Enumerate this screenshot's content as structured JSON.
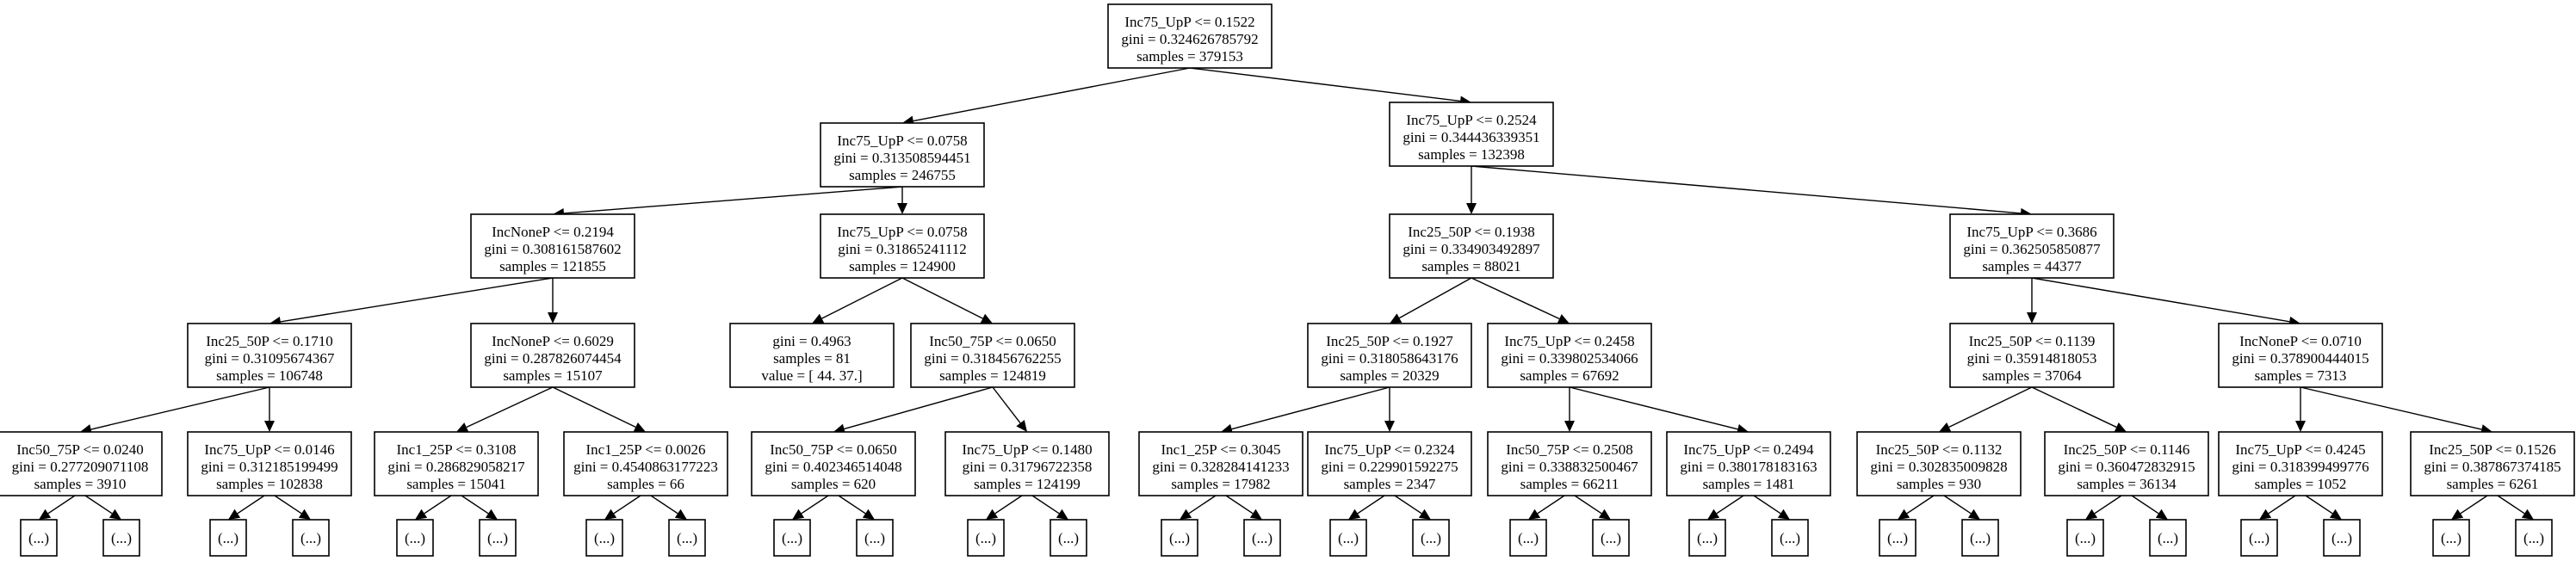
{
  "nodes": {
    "n0": {
      "lines": [
        "Inc75_UpP <= 0.1522",
        "gini = 0.324626785792",
        "samples = 379153"
      ]
    },
    "n1": {
      "lines": [
        "Inc75_UpP <= 0.0758",
        "gini = 0.313508594451",
        "samples = 246755"
      ]
    },
    "n2": {
      "lines": [
        "Inc75_UpP <= 0.2524",
        "gini = 0.344436339351",
        "samples = 132398"
      ]
    },
    "n3": {
      "lines": [
        "IncNoneP <= 0.2194",
        "gini = 0.308161587602",
        "samples = 121855"
      ]
    },
    "n4": {
      "lines": [
        "Inc75_UpP <= 0.0758",
        "gini = 0.31865241112",
        "samples = 124900"
      ]
    },
    "n5": {
      "lines": [
        "Inc25_50P <= 0.1938",
        "gini = 0.334903492897",
        "samples = 88021"
      ]
    },
    "n6": {
      "lines": [
        "Inc75_UpP <= 0.3686",
        "gini = 0.362505850877",
        "samples = 44377"
      ]
    },
    "n7": {
      "lines": [
        "Inc25_50P <= 0.1710",
        "gini = 0.31095674367",
        "samples = 106748"
      ]
    },
    "n8": {
      "lines": [
        "IncNoneP <= 0.6029",
        "gini = 0.287826074454",
        "samples = 15107"
      ]
    },
    "n9": {
      "lines": [
        "gini = 0.4963",
        "samples = 81",
        "value = [ 44.  37.]"
      ]
    },
    "n10": {
      "lines": [
        "Inc50_75P <= 0.0650",
        "gini = 0.318456762255",
        "samples = 124819"
      ]
    },
    "n11": {
      "lines": [
        "Inc25_50P <= 0.1927",
        "gini = 0.318058643176",
        "samples = 20329"
      ]
    },
    "n12": {
      "lines": [
        "Inc75_UpP <= 0.2458",
        "gini = 0.339802534066",
        "samples = 67692"
      ]
    },
    "n13": {
      "lines": [
        "Inc25_50P <= 0.1139",
        "gini = 0.35914818053",
        "samples = 37064"
      ]
    },
    "n14": {
      "lines": [
        "IncNoneP <= 0.0710",
        "gini = 0.378900444015",
        "samples = 7313"
      ]
    },
    "n15": {
      "lines": [
        "Inc50_75P <= 0.0240",
        "gini = 0.277209071108",
        "samples = 3910"
      ]
    },
    "n16": {
      "lines": [
        "Inc75_UpP <= 0.0146",
        "gini = 0.312185199499",
        "samples = 102838"
      ]
    },
    "n17": {
      "lines": [
        "Inc1_25P <= 0.3108",
        "gini = 0.286829058217",
        "samples = 15041"
      ]
    },
    "n18": {
      "lines": [
        "Inc1_25P <= 0.0026",
        "gini = 0.4540863177223",
        "samples = 66"
      ]
    },
    "n19": {
      "lines": [
        "Inc50_75P <= 0.0650",
        "gini = 0.402346514048",
        "samples = 620"
      ]
    },
    "n20": {
      "lines": [
        "Inc75_UpP <= 0.1480",
        "gini = 0.31796722358",
        "samples = 124199"
      ]
    },
    "n21": {
      "lines": [
        "Inc1_25P <= 0.3045",
        "gini = 0.328284141233",
        "samples = 17982"
      ]
    },
    "n22": {
      "lines": [
        "Inc75_UpP <= 0.2324",
        "gini = 0.229901592275",
        "samples = 2347"
      ]
    },
    "n23": {
      "lines": [
        "Inc50_75P <= 0.2508",
        "gini = 0.338832500467",
        "samples = 66211"
      ]
    },
    "n24": {
      "lines": [
        "Inc75_UpP <= 0.2494",
        "gini = 0.380178183163",
        "samples = 1481"
      ]
    },
    "n25": {
      "lines": [
        "Inc25_50P <= 0.1132",
        "gini = 0.302835009828",
        "samples = 930"
      ]
    },
    "n26": {
      "lines": [
        "Inc25_50P <= 0.1146",
        "gini = 0.360472832915",
        "samples = 36134"
      ]
    },
    "n27": {
      "lines": [
        "Inc75_UpP <= 0.4245",
        "gini = 0.318399499776",
        "samples = 1052"
      ]
    },
    "n28": {
      "lines": [
        "Inc25_50P <= 0.1526",
        "gini = 0.387867374185",
        "samples = 6261"
      ]
    }
  },
  "truncated_label": "(...)"
}
